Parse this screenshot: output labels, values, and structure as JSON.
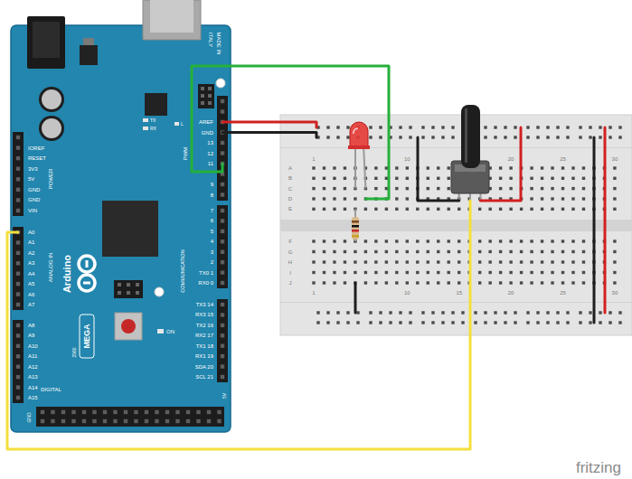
{
  "diagram": {
    "labels": [
      "MADE IN",
      "ITALY",
      "AREF",
      "GND",
      "13",
      "12",
      "11",
      "PWM",
      "9",
      "8",
      "7",
      "6",
      "5",
      "4",
      "3",
      "2",
      "TX0 1",
      "RX0 0",
      "COMMUNICATION",
      "TX3 14",
      "RX3 15",
      "TX2 16",
      "RX2 17",
      "TX1 18",
      "RX1 19",
      "SDA 20",
      "SCL 21",
      "IOREF",
      "RESET",
      "3V3",
      "5V",
      "GND",
      "GND",
      "VIN",
      "POWER",
      "ANALOG IN",
      "A0",
      "A1",
      "A2",
      "A3",
      "A4",
      "A5",
      "A6",
      "A7",
      "A8",
      "A9",
      "A10",
      "A11",
      "A12",
      "A13",
      "A14",
      "A15",
      "Arduino",
      "MEGA",
      "2560",
      "DIGITAL",
      "ON",
      "TX",
      "RX",
      "L",
      "5V",
      "GND",
      "1",
      "10",
      "20",
      "25",
      "30",
      "1",
      "10",
      "15",
      "20",
      "25",
      "30",
      "A",
      "B",
      "C",
      "D",
      "E",
      "F",
      "G",
      "H",
      "I",
      "J",
      "fritzing"
    ]
  }
}
